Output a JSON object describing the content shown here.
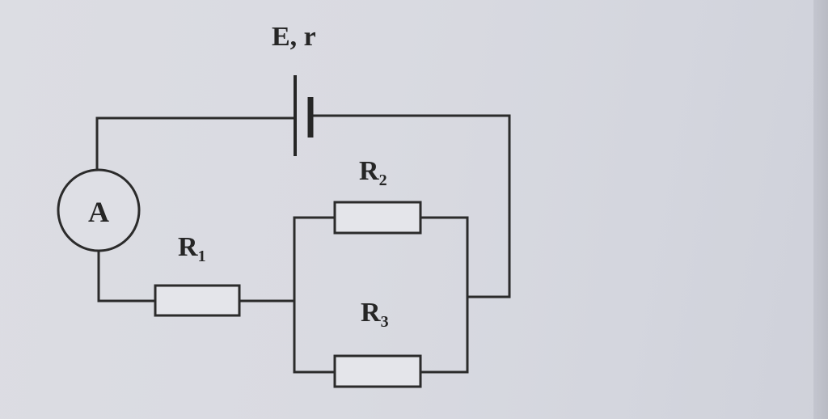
{
  "diagram": {
    "source_label": "E, r",
    "ammeter_label": "A",
    "resistor_1": {
      "letter": "R",
      "subscript": "1"
    },
    "resistor_2": {
      "letter": "R",
      "subscript": "2"
    },
    "resistor_3": {
      "letter": "R",
      "subscript": "3"
    }
  },
  "colors": {
    "ink": "#2b2b2b",
    "paper": "#d9dae1"
  }
}
